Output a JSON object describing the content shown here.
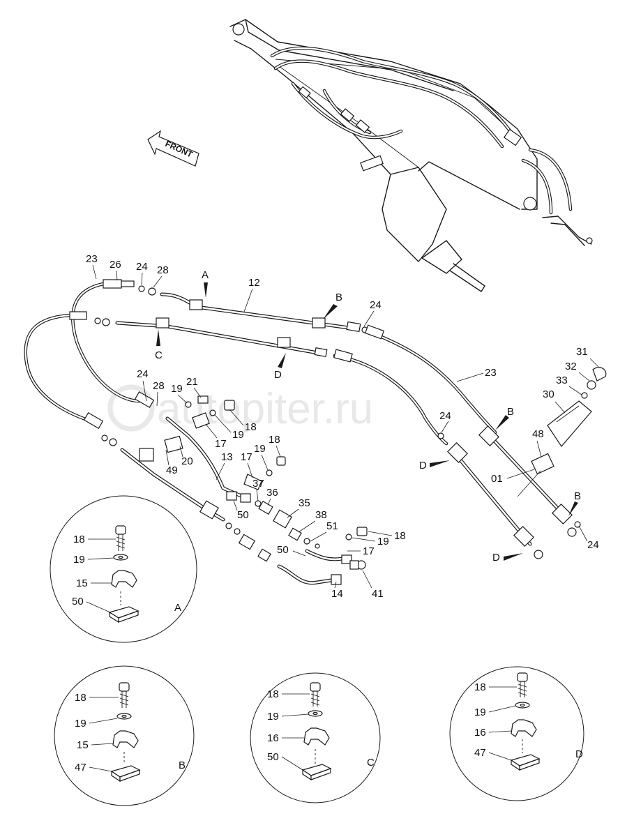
{
  "watermark": "autopiter.ru",
  "front_label": "FRONT",
  "callouts": {
    "c23a": "23",
    "c26": "26",
    "c24a": "24",
    "c28a": "28",
    "cA": "A",
    "c12": "12",
    "cB1": "B",
    "c24b": "24",
    "cC": "C",
    "cD1": "D",
    "c23b": "23",
    "c24c": "24",
    "c28b": "28",
    "c19a": "19",
    "c21": "21",
    "c18a": "18",
    "c17a": "17",
    "c19b": "19",
    "c20": "20",
    "c49": "49",
    "c13": "13",
    "c17b": "17",
    "c19c": "19",
    "c18b": "18",
    "c50a": "50",
    "c37": "37",
    "c36": "36",
    "c35": "35",
    "c38": "38",
    "c51": "51",
    "c18c": "18",
    "c19d": "19",
    "c17c": "17",
    "c50b": "50",
    "c14": "14",
    "c41": "41",
    "c24d": "24",
    "cB2": "B",
    "cD2": "D",
    "c48": "48",
    "c01": "01",
    "cB3": "B",
    "c24e": "24",
    "cD3": "D",
    "c31": "31",
    "c32": "32",
    "c33": "33",
    "c30": "30"
  },
  "detail_views": [
    {
      "view": "A",
      "bolt": "18",
      "washer": "19",
      "clamp": "15",
      "plate": "50"
    },
    {
      "view": "B",
      "bolt": "18",
      "washer": "19",
      "clamp": "15",
      "plate": "47"
    },
    {
      "view": "C",
      "bolt": "18",
      "washer": "19",
      "clamp": "16",
      "plate": "50"
    },
    {
      "view": "D",
      "bolt": "18",
      "washer": "19",
      "clamp": "16",
      "plate": "47"
    }
  ]
}
